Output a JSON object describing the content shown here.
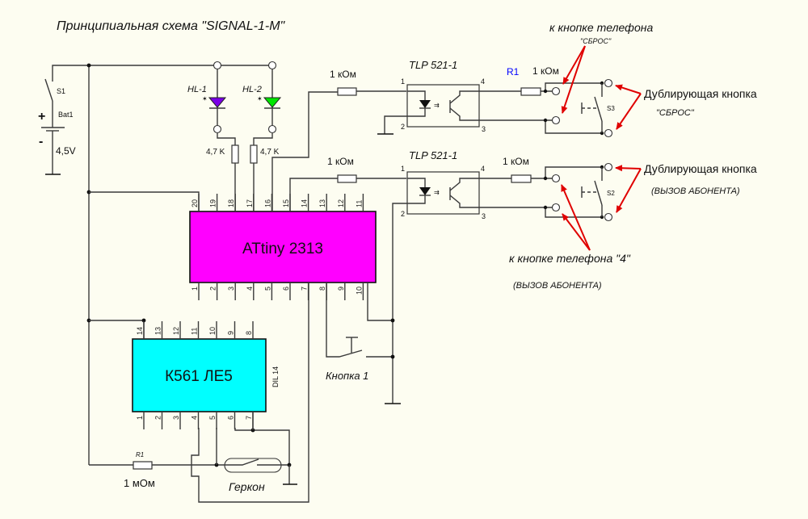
{
  "title": "Принципиальная схема  \"SIGNAL-1-M\"",
  "colors": {
    "background": "#fdfdf1",
    "mcu_fill": "#ff00ff",
    "logic_fill": "#00ffff",
    "led1": "#7a00e6",
    "led2": "#00e600",
    "arrows": "#e00000",
    "r1_label": "#0000ff"
  },
  "power": {
    "switch_label": "S1",
    "battery_label": "Bat1",
    "plus": "+",
    "minus": "-",
    "voltage": "4,5V"
  },
  "leds": [
    {
      "label": "HL-1",
      "resistor": "4,7 K"
    },
    {
      "label": "HL-2",
      "resistor": "4,7 K"
    }
  ],
  "mcu": {
    "label": "ATtiny 2313",
    "top_pins": [
      "20",
      "19",
      "18",
      "17",
      "16",
      "15",
      "14",
      "13",
      "12",
      "11"
    ],
    "bottom_pins": [
      "1",
      "2",
      "3",
      "4",
      "5",
      "6",
      "7",
      "8",
      "9",
      "10"
    ]
  },
  "logic_ic": {
    "label": "К561 ЛЕ5",
    "package": "DIL 14",
    "top_pins": [
      "14",
      "13",
      "12",
      "11",
      "10",
      "9",
      "8"
    ],
    "bottom_pins": [
      "1",
      "2",
      "3",
      "4",
      "5",
      "6",
      "7"
    ]
  },
  "optocouplers": [
    {
      "label": "TLP 521-1",
      "input_resistor": "1 кОм",
      "output_resistor_name": "R1",
      "output_resistor": "1 кОм",
      "pins": [
        "1",
        "2",
        "3",
        "4"
      ]
    },
    {
      "label": "TLP 521-1",
      "input_resistor": "1 кОм",
      "output_resistor": "1 кОм",
      "pins": [
        "1",
        "2",
        "3",
        "4"
      ]
    }
  ],
  "switches": {
    "s3": "S3",
    "s2": "S2",
    "button1": "Кнопка 1",
    "reed": "Геркон"
  },
  "bottom_resistor": {
    "name": "R1",
    "value": "1 мОм"
  },
  "annotations": {
    "reset_phone_button": "к кнопке телефона",
    "reset_phone_button_sub": "\"СБРОС\"",
    "dup_button_1": "Дублирующая кнопка",
    "dup_button_1_sub": "\"СБРОС\"",
    "dup_button_2": "Дублирующая кнопка",
    "dup_button_2_sub": "(ВЫЗОВ АБОНЕНТА)",
    "call_phone_button": "к кнопке телефона \"4\"",
    "call_phone_button_sub": "(ВЫЗОВ АБОНЕНТА)"
  }
}
